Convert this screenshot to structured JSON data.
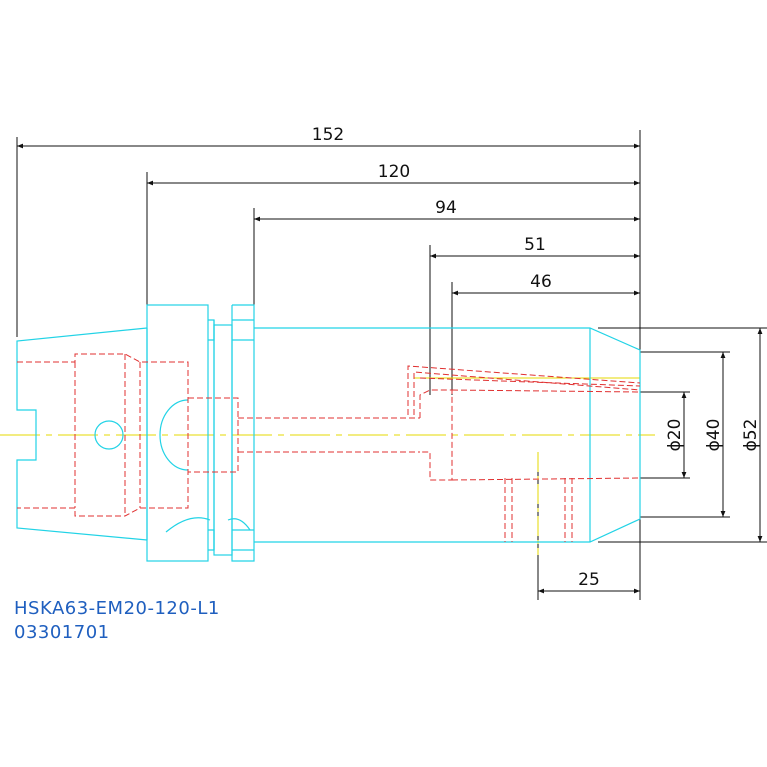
{
  "colors": {
    "outline": "#22d3e6",
    "hidden": "#e03030",
    "center": "#e6d800",
    "dim": "#111111",
    "label": "#1f5fbf"
  },
  "dimensions": {
    "length_total": "152",
    "length_flange": "120",
    "length_body": "94",
    "depth_bore": "51",
    "depth_clamp": "46",
    "length_screw": "25",
    "dia_bore": "ϕ20",
    "dia_nose": "ϕ40",
    "dia_body": "ϕ52"
  },
  "part": {
    "name": "HSKA63-EM20-120-L1",
    "code": "03301701"
  }
}
